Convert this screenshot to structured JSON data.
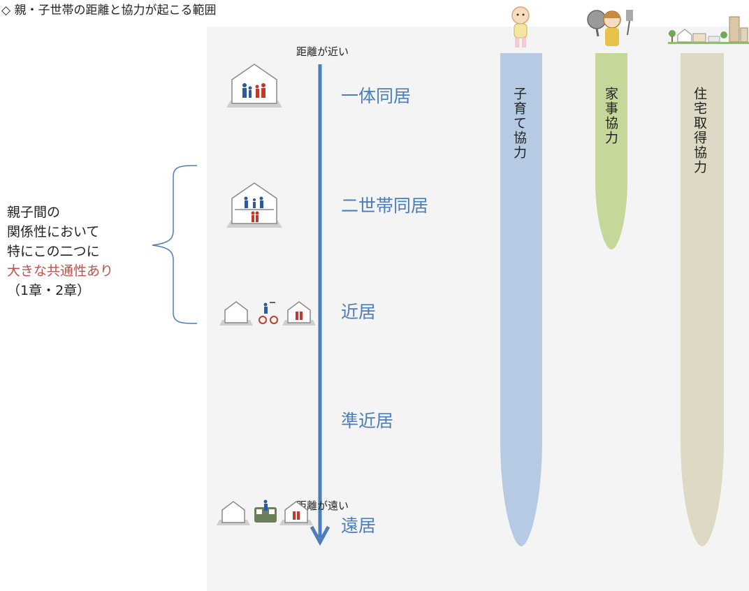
{
  "title": "◇ 親・子世帯の距離と協力が起こる範囲",
  "axis": {
    "top_label": "距離が近い",
    "bottom_label": "距離が遠い",
    "color": "#4a7ebb"
  },
  "levels": [
    {
      "label": "一体同居"
    },
    {
      "label": "二世帯同居"
    },
    {
      "label": "近居"
    },
    {
      "label": "準近居"
    },
    {
      "label": "遠居"
    }
  ],
  "cooperation": [
    {
      "label": "子育て協力",
      "color": "#b7cae3",
      "icon": "baby-icon"
    },
    {
      "label": "家事協力",
      "color": "#c5d89a",
      "icon": "housewife-icon"
    },
    {
      "label": "住宅取得協力",
      "color": "#ddd9c4",
      "icon": "townscape-icon"
    }
  ],
  "side_note": {
    "line1": "親子間の",
    "line2": "関係性において",
    "line3": "特にこの二つに",
    "highlight": "大きな共通性あり",
    "line5": "（1章・2章）",
    "highlight_color": "#c0504d"
  }
}
